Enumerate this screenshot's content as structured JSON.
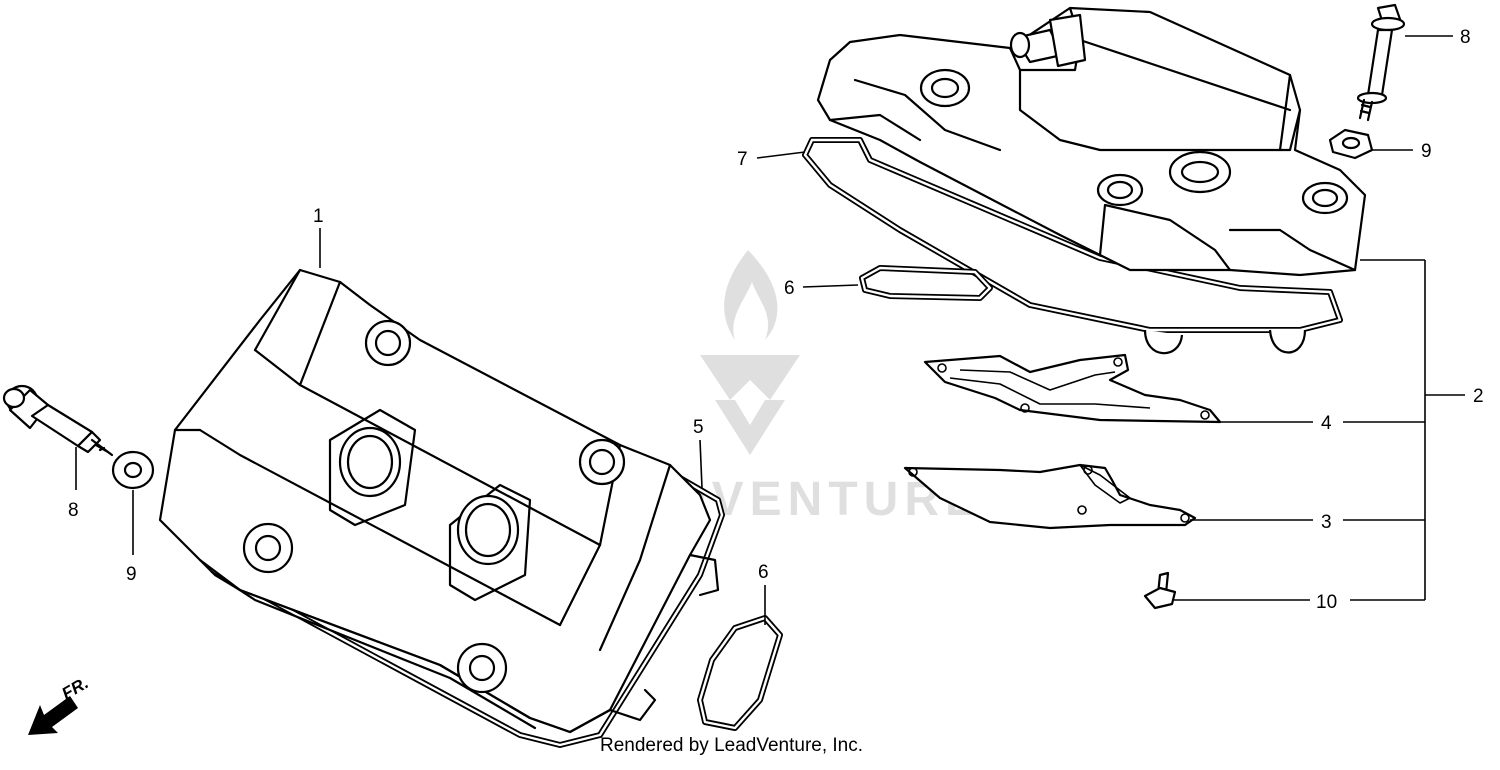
{
  "diagram": {
    "callouts": {
      "c1": "1",
      "c2": "2",
      "c3": "3",
      "c4": "4",
      "c5": "5",
      "c6_left": "6",
      "c6_right": "6",
      "c7": "7",
      "c8_left": "8",
      "c8_right": "8",
      "c9_left": "9",
      "c9_right": "9",
      "c10": "10"
    },
    "direction_label": "FR.",
    "watermark": "LEADVENTURE"
  },
  "footer": {
    "credit": "Rendered by LeadVenture, Inc."
  }
}
